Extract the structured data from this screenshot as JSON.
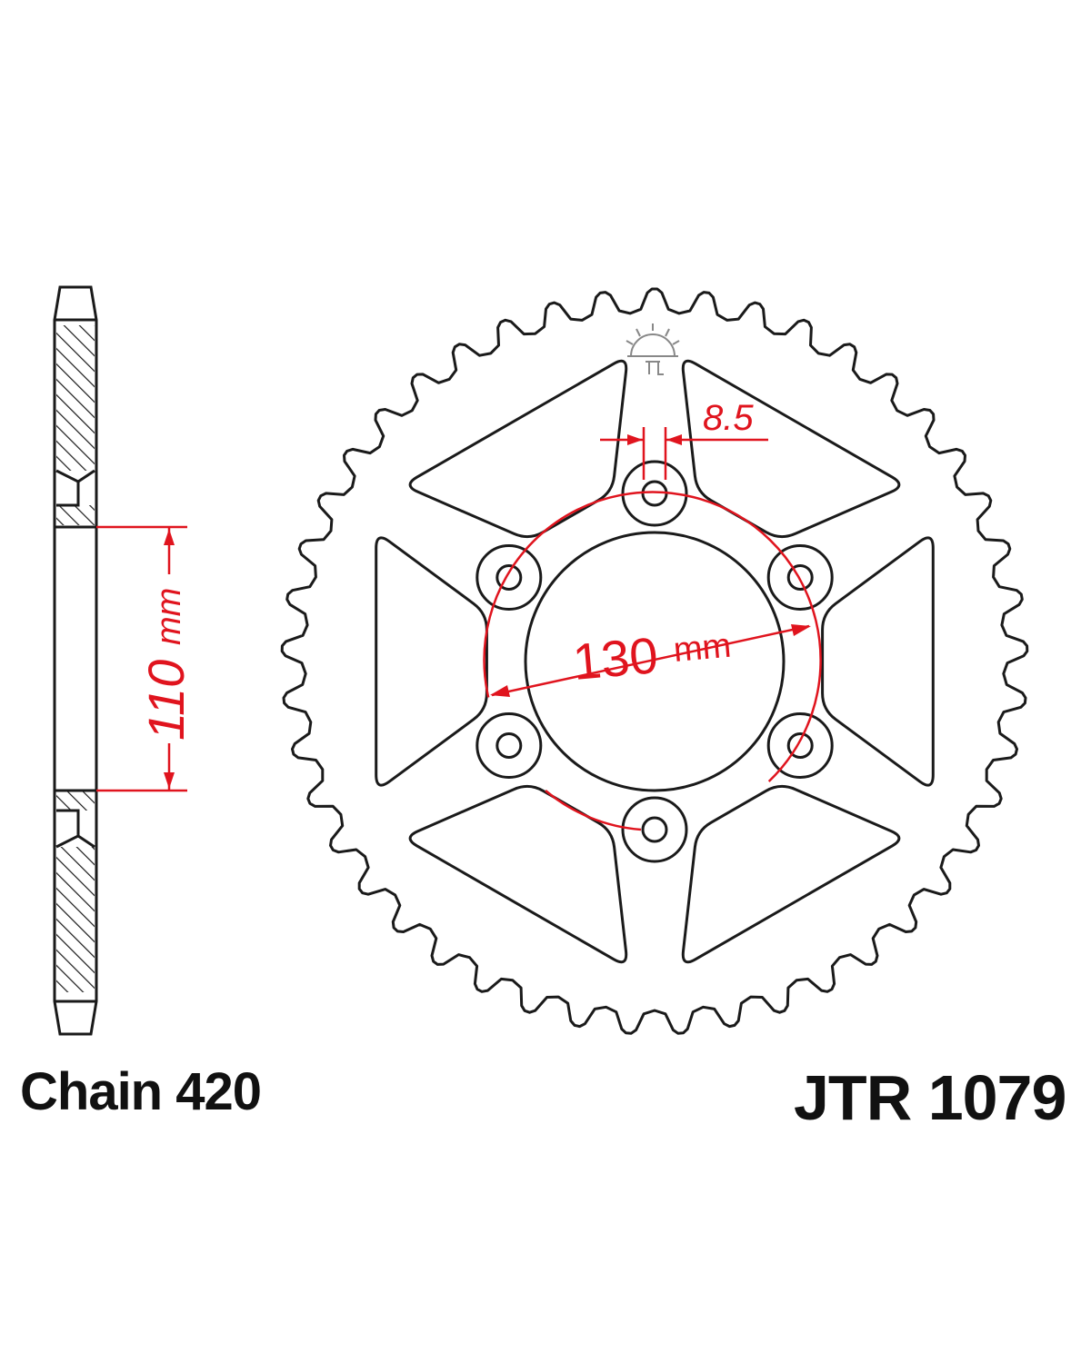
{
  "diagram": {
    "dimensions": {
      "hub_width": {
        "value": "110",
        "unit": "mm"
      },
      "pcd": {
        "value": "130",
        "unit": "mm"
      },
      "bolt_hole": {
        "value": "8.5"
      }
    },
    "chain_label": "Chain 420",
    "part_number": "JTR 1079",
    "colors": {
      "outline": "#1a1a1a",
      "dimension": "#e0141e",
      "logo": "#888888"
    },
    "icons": [
      "jt-logo-icon"
    ]
  }
}
